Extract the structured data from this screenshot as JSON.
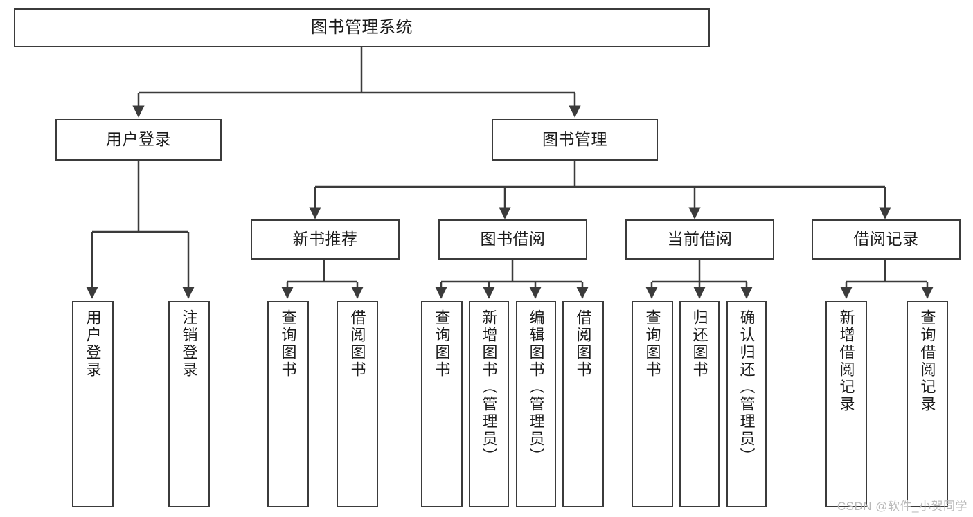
{
  "diagram": {
    "title": "图书管理系统",
    "watermark": "CSDN @软件_小贺同学",
    "colors": {
      "background": "#ffffff",
      "border": "#3b3b3b",
      "connector": "#3b3b3b",
      "text": "#1b1b1b",
      "watermark": "#b9b9b9"
    },
    "root": {
      "label": "图书管理系统"
    },
    "level2": [
      {
        "label": "用户登录"
      },
      {
        "label": "图书管理"
      }
    ],
    "level3": [
      {
        "label": "新书推荐"
      },
      {
        "label": "图书借阅"
      },
      {
        "label": "当前借阅"
      },
      {
        "label": "借阅记录"
      }
    ],
    "leaves": {
      "user_login": [
        {
          "label": "用户登录"
        },
        {
          "label": "注销登录"
        }
      ],
      "new_book": [
        {
          "label": "查询图书"
        },
        {
          "label": "借阅图书"
        }
      ],
      "borrow_book": [
        {
          "label": "查询图书"
        },
        {
          "label": "新增图书（管理员）"
        },
        {
          "label": "编辑图书（管理员）"
        },
        {
          "label": "借阅图书"
        }
      ],
      "current_borrow": [
        {
          "label": "查询图书"
        },
        {
          "label": "归还图书"
        },
        {
          "label": "确认归还（管理员）"
        }
      ],
      "borrow_record": [
        {
          "label": "新增借阅记录"
        },
        {
          "label": "查询借阅记录"
        }
      ]
    }
  }
}
